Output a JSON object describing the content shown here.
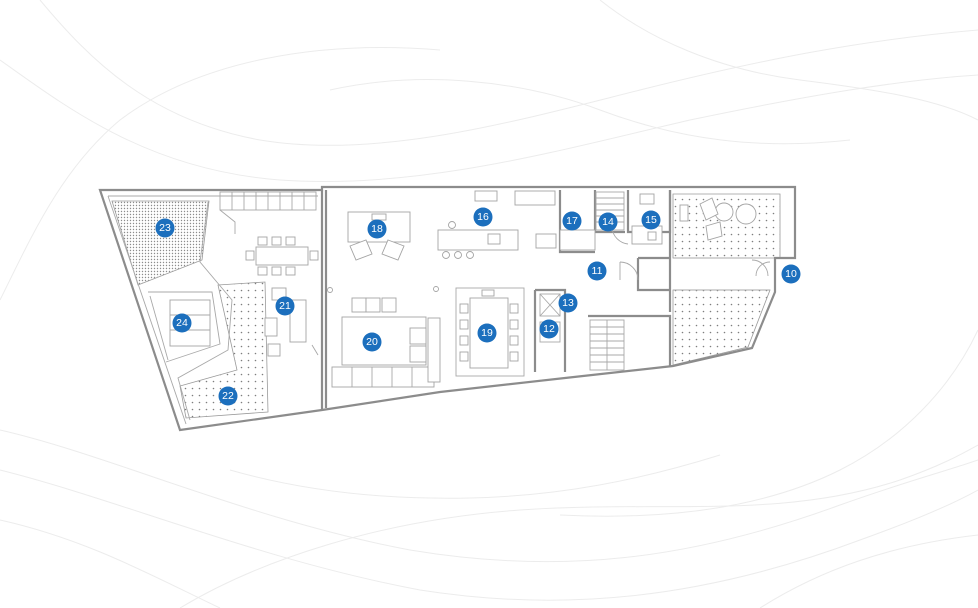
{
  "plan": {
    "accent_color": "#1c6fbd",
    "room_labels": [
      "10",
      "11",
      "12",
      "13",
      "14",
      "15",
      "16",
      "17",
      "18",
      "19",
      "20",
      "21",
      "22",
      "23",
      "24"
    ]
  }
}
